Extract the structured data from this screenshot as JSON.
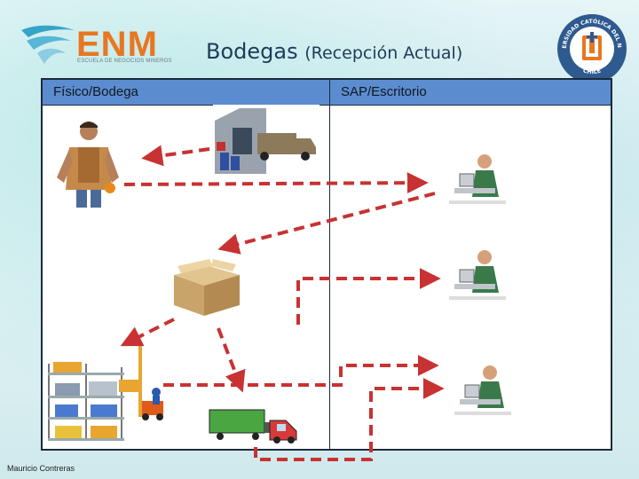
{
  "header": {
    "logo_name": "ENM",
    "logo_subtitle": "ESCUELA DE NEGOCIOS MINEROS",
    "title_main": "Bodegas",
    "title_sub": "(Recepción Actual)",
    "university_logo_text": "UNIVERSIDAD CATÓLICA DEL NORTE",
    "university_logo_country": "CHILE"
  },
  "diagram": {
    "columns": [
      "Físico/Bodega",
      "SAP/Escritorio"
    ],
    "colors": {
      "header_bg": "#5b8ccf",
      "arrow": "#c83232",
      "enm_orange": "#e87722",
      "uc_blue": "#2f5a8f"
    },
    "icons": [
      "warehouse-worker-icon",
      "delivery-truck-warehouse-icon",
      "office-worker-computer-icon",
      "cardboard-box-icon",
      "storage-shelves-icon",
      "forklift-icon",
      "cargo-truck-icon"
    ]
  },
  "footer": {
    "author": "Mauricio Contreras"
  }
}
